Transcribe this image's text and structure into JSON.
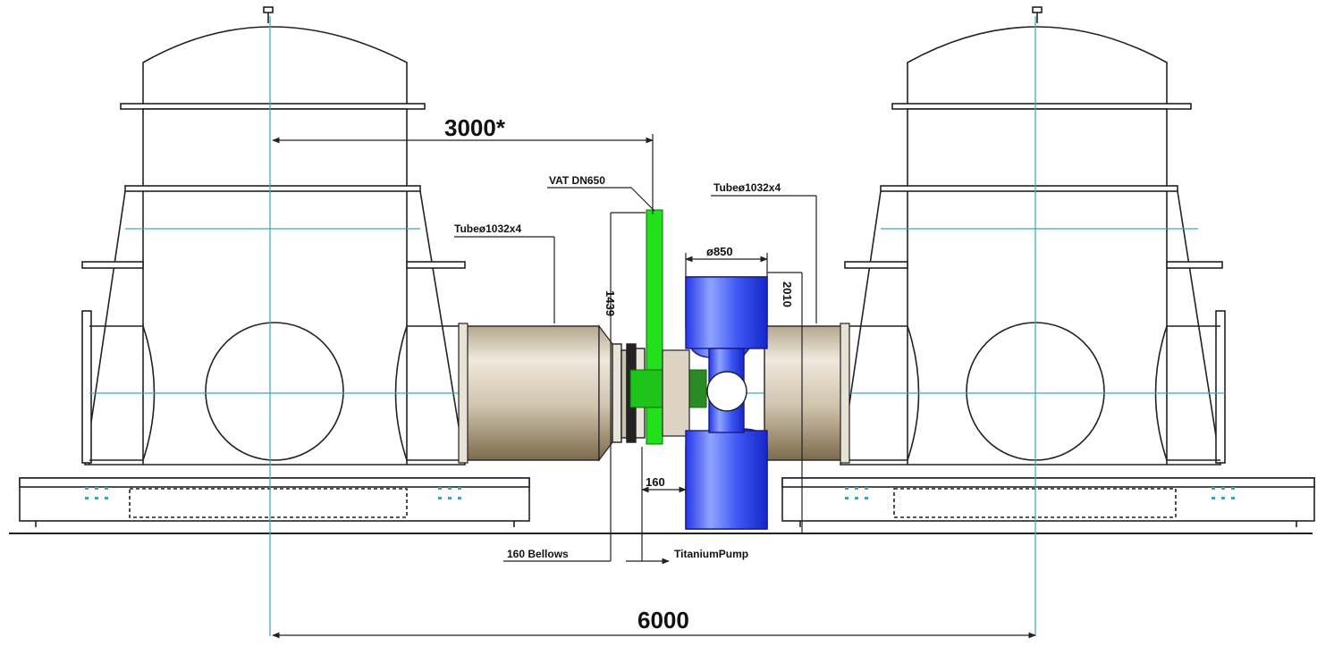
{
  "diagram": {
    "dimensions": {
      "top_span": "3000*",
      "bottom_span": "6000",
      "valve_height": "1439",
      "pump_diameter": "ø850",
      "pump_height": "2010",
      "pump_width": "160"
    },
    "labels": {
      "valve": "VAT DN650",
      "tube_left": "Tubeø1032x4",
      "tube_right": "Tubeø1032x4",
      "bellows": "160 Bellows",
      "pump": "TitaniumPump"
    },
    "colors": {
      "line": "#222222",
      "centerline": "#3aa8b4",
      "valve": "#22e01c",
      "pump": "#2a46f0",
      "tube_light": "#f2ece4",
      "tube_dark": "#8c7a5c"
    }
  }
}
